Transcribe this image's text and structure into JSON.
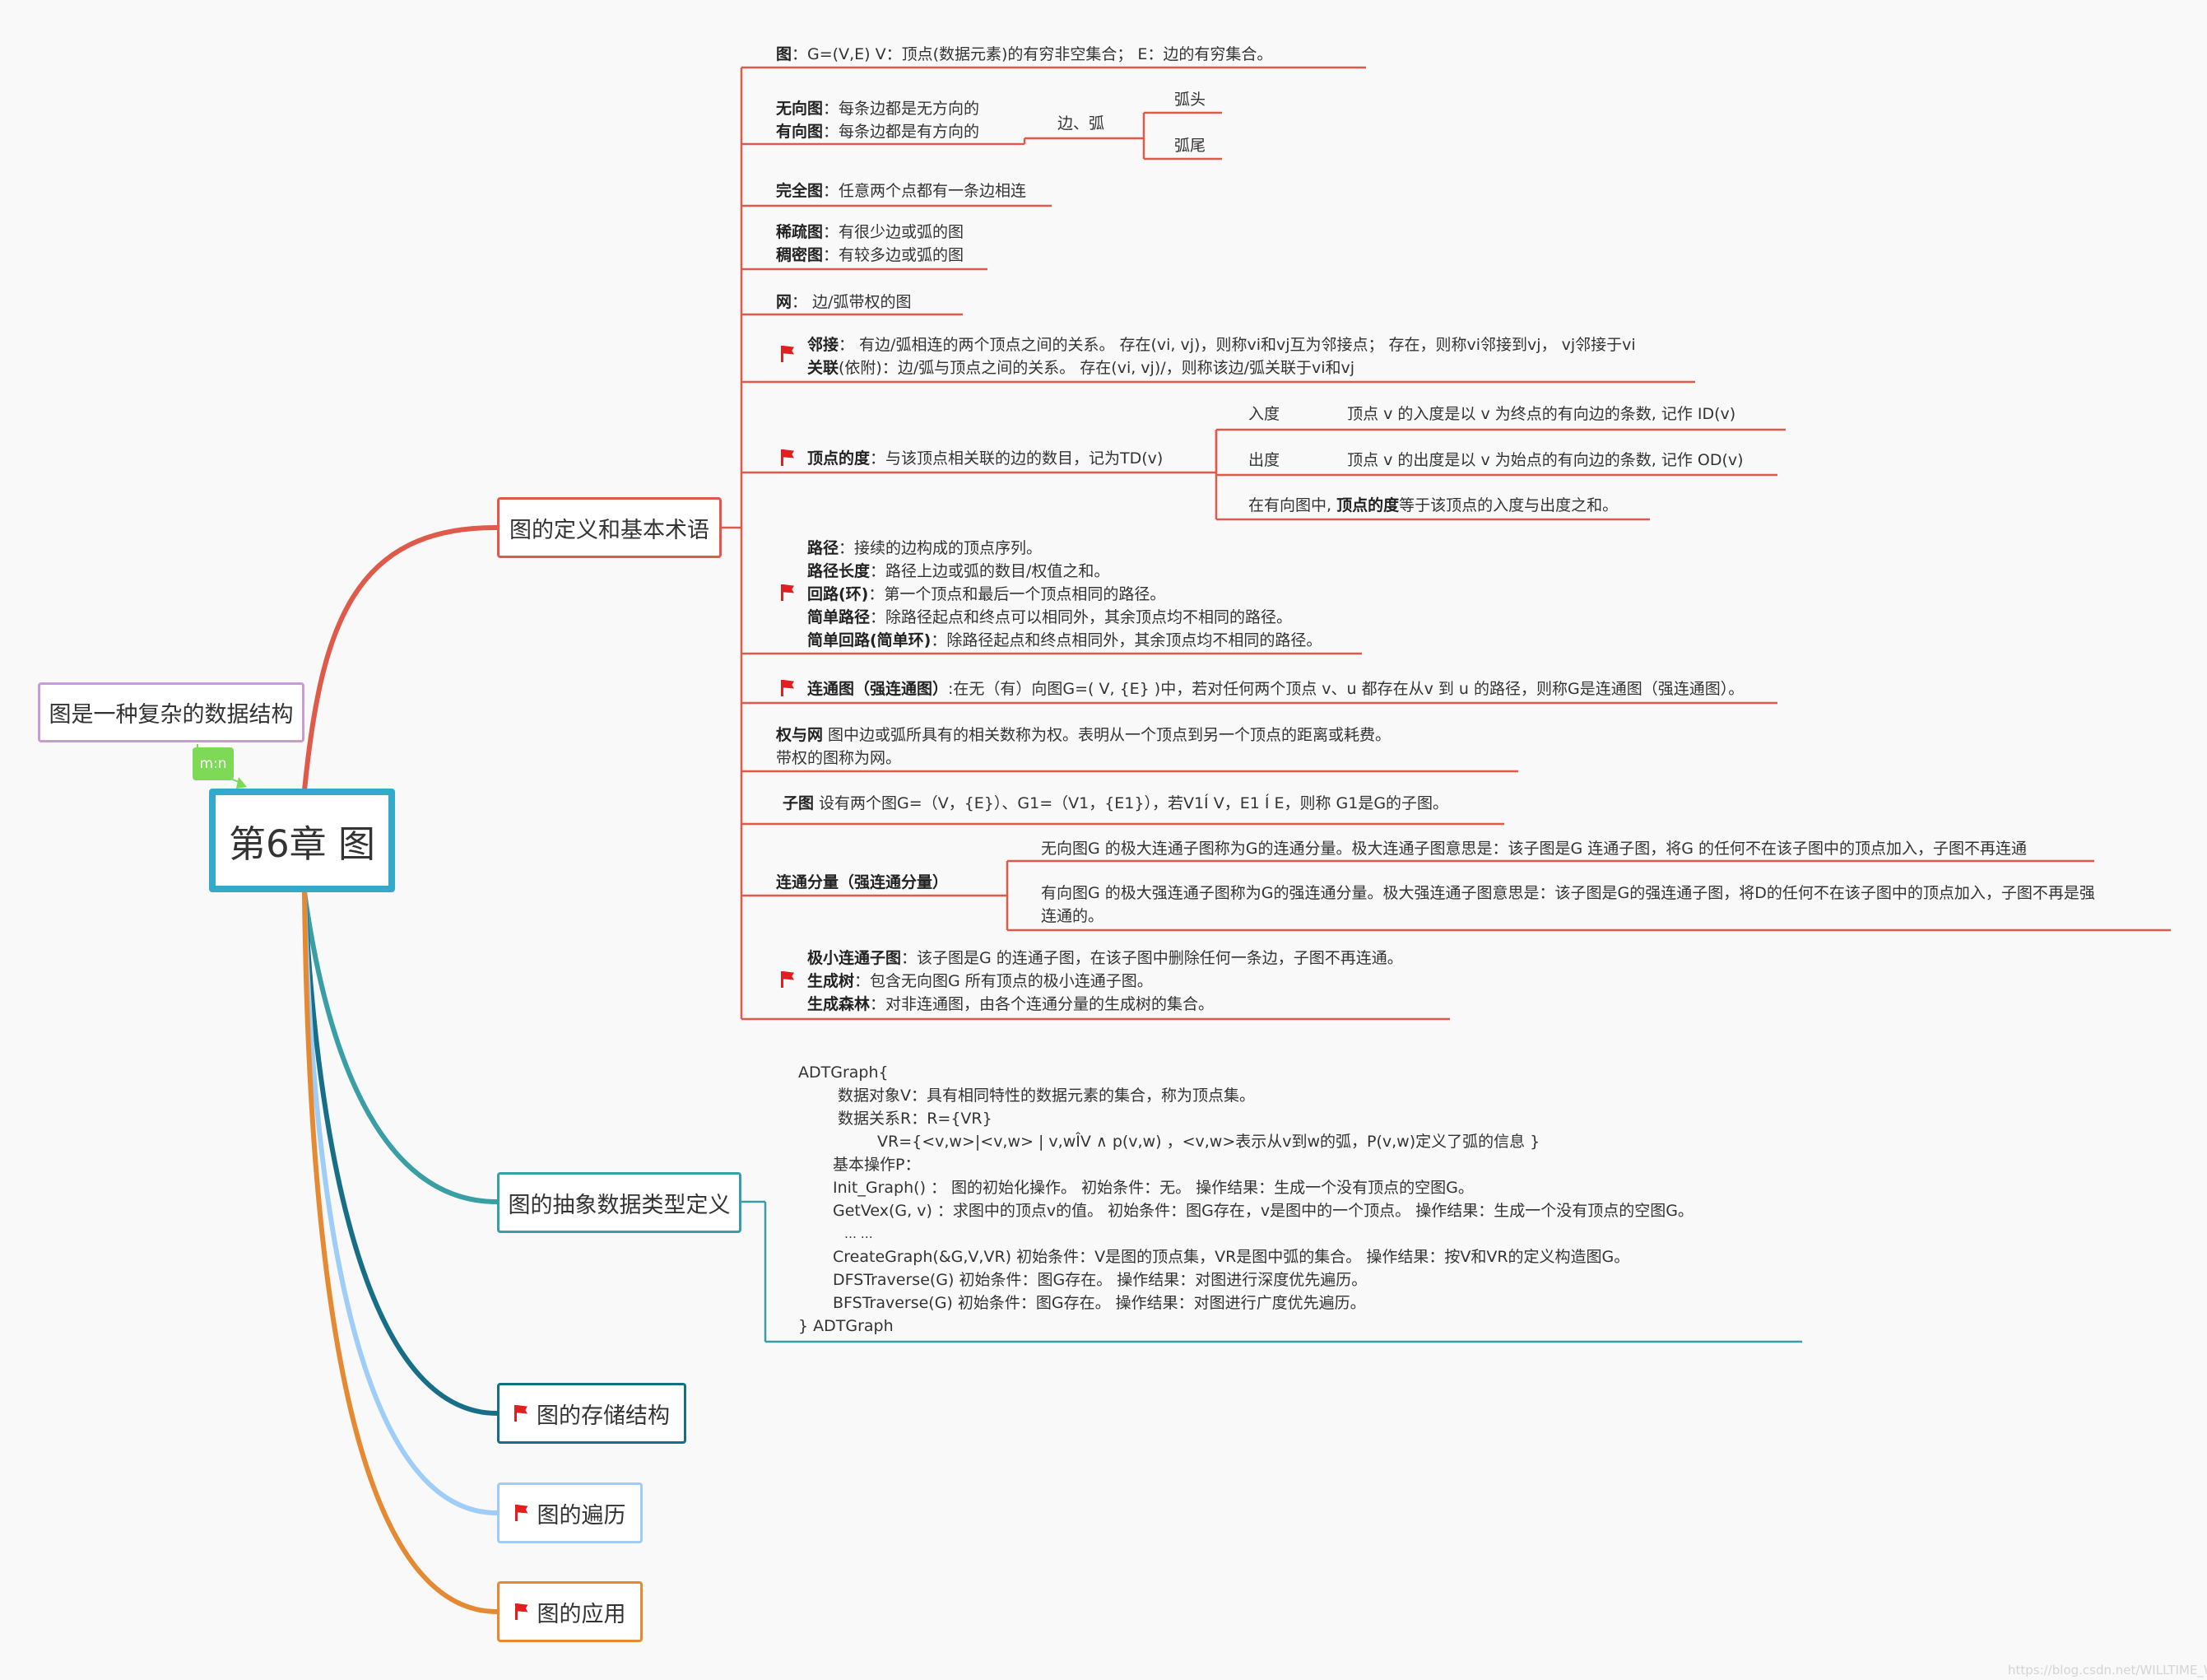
{
  "root": {
    "title": "第6章 图"
  },
  "note": {
    "text": "图是一种复杂的数据结构",
    "badge": "m:n"
  },
  "branches": {
    "def": "图的定义和基本术语",
    "adt": "图的抽象数据类型定义",
    "storage": "图的存储结构",
    "traverse": "图的遍历",
    "apply": "图的应用"
  },
  "def": {
    "graph": {
      "k": "图",
      "v": "：G=(V,E)        V：顶点(数据元素)的有穷非空集合；        E：边的有穷集合。"
    },
    "undirected": {
      "k": "无向图",
      "v": "：每条边都是无方向的"
    },
    "directed": {
      "k": "有向图",
      "v": "：每条边都是有方向的"
    },
    "edge_arc": "边、弧",
    "arc_head": "弧头",
    "arc_tail": "弧尾",
    "complete": {
      "k": "完全图",
      "v": "：任意两个点都有一条边相连"
    },
    "sparse": {
      "k": "稀疏图",
      "v": "：有很少边或弧的图"
    },
    "dense": {
      "k": "稠密图",
      "v": "：有较多边或弧的图"
    },
    "net": {
      "k": "网",
      "v": "：        边/弧带权的图"
    },
    "adjacent": {
      "k": "邻接",
      "v": "：    有边/弧相连的两个顶点之间的关系。    存在(vi, vj)，则称vi和vj互为邻接点；  存在，则称vi邻接到vj，  vj邻接于vi"
    },
    "incident": {
      "k": "关联",
      "v": "(依附)：边/弧与顶点之间的关系。                   存在(vi, vj)/，则称该边/弧关联于vi和vj"
    },
    "degree": {
      "k": "顶点的度",
      "v": "：与该顶点相关联的边的数目，记为TD(v)"
    },
    "indegree": {
      "k": "入度",
      "v": "顶点 v 的入度是以 v 为终点的有向边的条数, 记作 ID(v)"
    },
    "outdegree": {
      "k": "出度",
      "v": "顶点 v 的出度是以 v 为始点的有向边的条数, 记作 OD(v)"
    },
    "degree_sum": {
      "a": "在有向图中, ",
      "k": "顶点的度",
      "v": "等于该顶点的入度与出度之和。"
    },
    "path": {
      "k": "路径",
      "v": "：接续的边构成的顶点序列。"
    },
    "path_len": {
      "k": "路径长度",
      "v": "：路径上边或弧的数目/权值之和。"
    },
    "cycle": {
      "k": "回路(环)",
      "v": "：第一个顶点和最后一个顶点相同的路径。"
    },
    "simple_path": {
      "k": "简单路径",
      "v": "：除路径起点和终点可以相同外，其余顶点均不相同的路径。"
    },
    "simple_cycle": {
      "k": "简单回路(简单环)",
      "v": "：除路径起点和终点相同外，其余顶点均不相同的路径。"
    },
    "connected": {
      "k": "连通图（强连通图）",
      "v": ":在无（有）向图G=( V, {E} )中，若对任何两个顶点 v、u 都存在从v 到 u 的路径，则称G是连通图（强连通图）。"
    },
    "weight": {
      "k": "权与网",
      "v": "        图中边或弧所具有的相关数称为权。表明从一个顶点到另一个顶点的距离或耗费。",
      "v2": "带权的图称为网。"
    },
    "subgraph": {
      "k": "子图",
      "v": "      设有两个图G=（V，{E}）、G1=（V1，{E1}），若V1Í  V，E1 Í E，则称 G1是G的子图。"
    },
    "component": {
      "k": "连通分量（强连通分量）"
    },
    "component_u": "无向图G 的极大连通子图称为G的连通分量。极大连通子图意思是：该子图是G 连通子图，将G 的任何不在该子图中的顶点加入，子图不再连通",
    "component_d1": "有向图G 的极大强连通子图称为G的强连通分量。极大强连通子图意思是：该子图是G的强连通子图，将D的任何不在该子图中的顶点加入，子图不再是强",
    "component_d2": "连通的。",
    "min_conn": {
      "k": "极小连通子图",
      "v": "：该子图是G 的连通子图，在该子图中删除任何一条边，子图不再连通。"
    },
    "span_tree": {
      "k": "生成树",
      "v": "：包含无向图G 所有顶点的极小连通子图。"
    },
    "span_forest": {
      "k": "生成森林",
      "v": "：对非连通图，由各个连通分量的生成树的集合。"
    }
  },
  "adt": {
    "lines": [
      "ADTGraph{",
      "数据对象V：具有相同特性的数据元素的集合，称为顶点集。",
      "数据关系R：R={VR}",
      "VR={<v,w>|<v,w> | v,wÎV ∧ p(v,w) ，<v,w>表示从v到w的弧，P(v,w)定义了弧的信息                             }",
      "基本操作P：",
      "Init_Graph()  ：  图的初始化操作。         初始条件：无。         操作结果：生成一个没有顶点的空图G。",
      "GetVex(G, v)  ：求图中的顶点v的值。         初始条件：图G存在，v是图中的一个顶点。         操作结果：生成一个没有顶点的空图G。",
      "… …",
      "CreateGraph(&G,V,VR)      初始条件：V是图的顶点集，VR是图中弧的集合。       操作结果：按V和VR的定义构造图G。",
      "DFSTraverse(G)        初始条件：图G存在。         操作结果：对图进行深度优先遍历。",
      "BFSTraverse(G)        初始条件：图G存在。         操作结果：对图进行广度优先遍历。",
      "} ADTGraph"
    ]
  },
  "watermark": "https://blog.csdn.net/WILLTIME_W",
  "colors": {
    "def": "#e05a4b",
    "adt": "#3a9ea5",
    "storage": "#166e87",
    "traverse": "#9ecdf7",
    "apply": "#e58a33",
    "root": "#35a9c9",
    "note": "#c89bd8",
    "badge": "#7ed957",
    "flag": "#e02020"
  }
}
